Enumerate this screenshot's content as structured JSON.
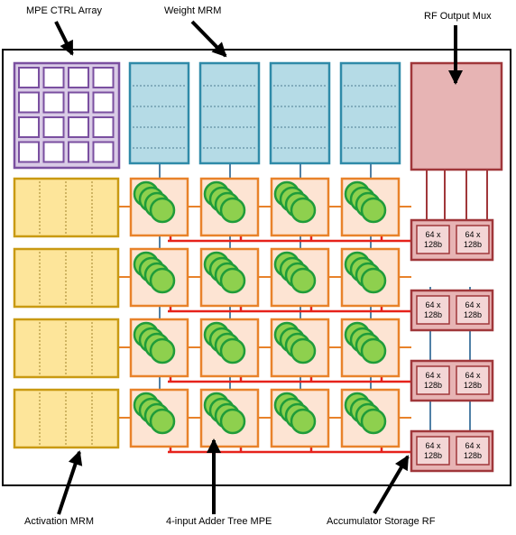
{
  "labels": {
    "mpe_ctrl_array": "MPE CTRL Array",
    "weight_mrm": "Weight MRM",
    "rf_output_mux": "RF Output Mux",
    "activation_mrm": "Activation MRM",
    "adder_tree_mpe": "4-input Adder Tree MPE",
    "accumulator_rf": "Accumulator Storage RF"
  },
  "rf_cell": {
    "line1": "64 x",
    "line2": "128b"
  },
  "grid": {
    "rows": 4,
    "cols": 4,
    "ctrl_cells": 4
  },
  "colors": {
    "ctrl": "#7a4fa0",
    "ctrl_fill": "#d9cbe6",
    "weight": "#2f8aa8",
    "weight_fill": "#b5dbe6",
    "activation": "#c99a12",
    "activation_fill": "#fde59a",
    "mpe": "#e8822a",
    "mpe_fill": "#fde4d3",
    "circle": "#1f9c3a",
    "circle_fill": "#8ed04e",
    "rf": "#a0373a",
    "rf_fill": "#e7b4b4",
    "bus": "#e6221b",
    "link": "#4f80a6"
  }
}
